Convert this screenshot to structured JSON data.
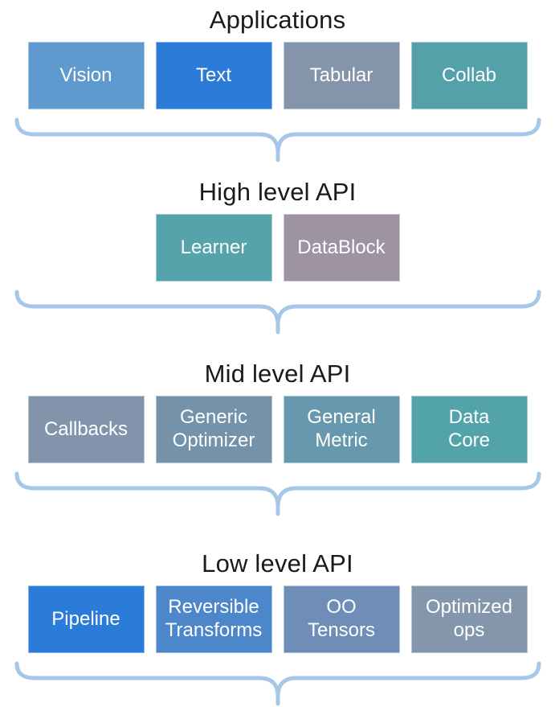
{
  "page": {
    "background": "#ffffff",
    "title_color": "#1a1a1a",
    "box_text_color": "#ffffff",
    "brace_color": "#a6c7e8"
  },
  "sections": [
    {
      "title": "Applications",
      "boxes": [
        {
          "label": "Vision",
          "color": "#5e9acd"
        },
        {
          "label": "Text",
          "color": "#2b7cd9"
        },
        {
          "label": "Tabular",
          "color": "#8495ab"
        },
        {
          "label": "Collab",
          "color": "#55a1a9"
        }
      ]
    },
    {
      "title": "High level API",
      "boxes": [
        {
          "label": "Learner",
          "color": "#57a3ab"
        },
        {
          "label": "DataBlock",
          "color": "#9d93a3"
        }
      ]
    },
    {
      "title": "Mid level API",
      "boxes": [
        {
          "label": "Callbacks",
          "color": "#8294ac"
        },
        {
          "label": "Generic\nOptimizer",
          "color": "#7492a9"
        },
        {
          "label": "General\nMetric",
          "color": "#6699ad"
        },
        {
          "label": "Data\nCore",
          "color": "#53a3ab"
        }
      ]
    },
    {
      "title": "Low level API",
      "boxes": [
        {
          "label": "Pipeline",
          "color": "#2b7cd9"
        },
        {
          "label": "Reversible\nTransforms",
          "color": "#4c86cb"
        },
        {
          "label": "OO\nTensors",
          "color": "#6e8eb8"
        },
        {
          "label": "Optimized\nops",
          "color": "#8496ab"
        }
      ]
    }
  ]
}
